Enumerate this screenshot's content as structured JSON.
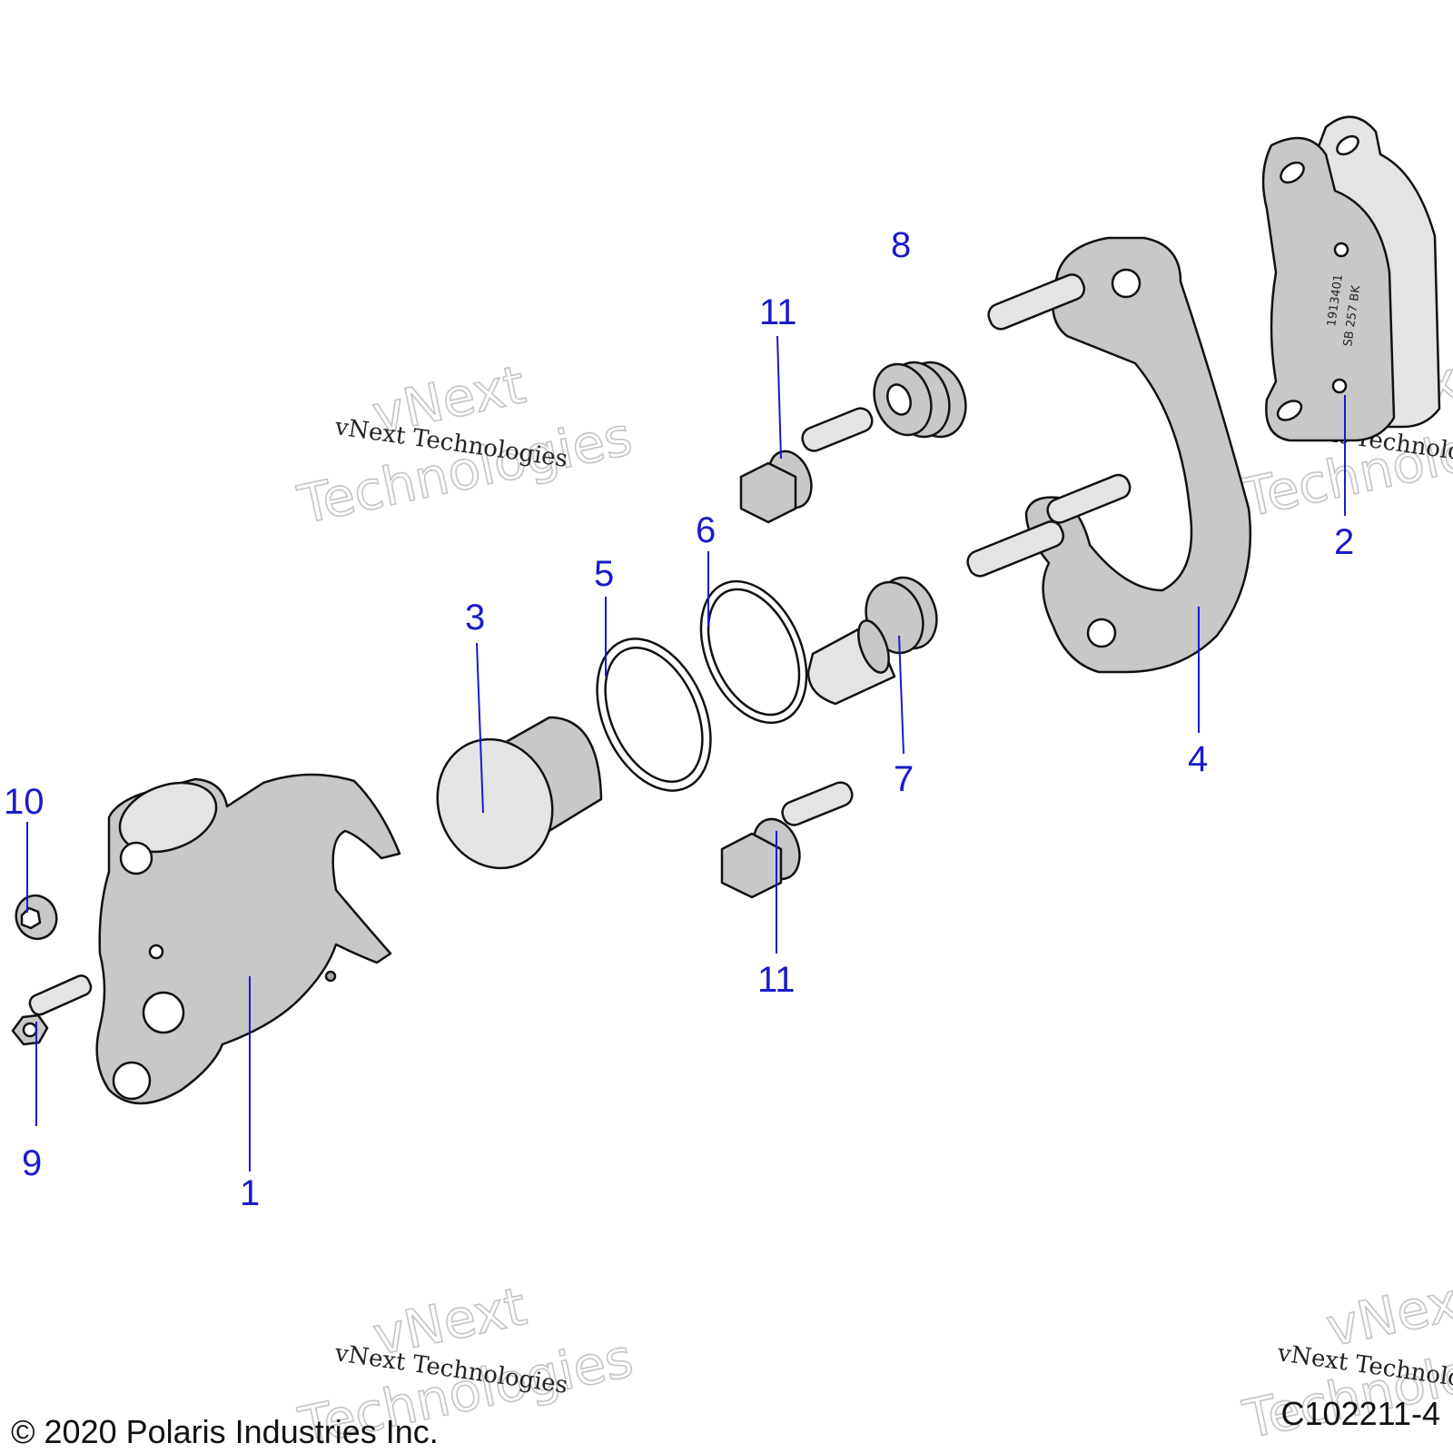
{
  "callouts": {
    "c1": "1",
    "c2": "2",
    "c3": "3",
    "c4": "4",
    "c5": "5",
    "c6": "6",
    "c7": "7",
    "c8": "8",
    "c9": "9",
    "c10": "10",
    "c11a": "11",
    "c11b": "11"
  },
  "pad_marking": {
    "line1": "1913401",
    "line2": "SB 257 BK"
  },
  "watermark": {
    "brand_small": "vNext Technologies",
    "brand_line1": "vNext",
    "brand_line2": "Technologies"
  },
  "footer": {
    "copyright": "© 2020 Polaris Industries Inc.",
    "diagram_id": "C102211-4"
  },
  "colors": {
    "callout": "#1a1acc",
    "part_fill": "#c8c8c8",
    "outline": "#111111",
    "watermark_outline": "#c4c4c4"
  }
}
